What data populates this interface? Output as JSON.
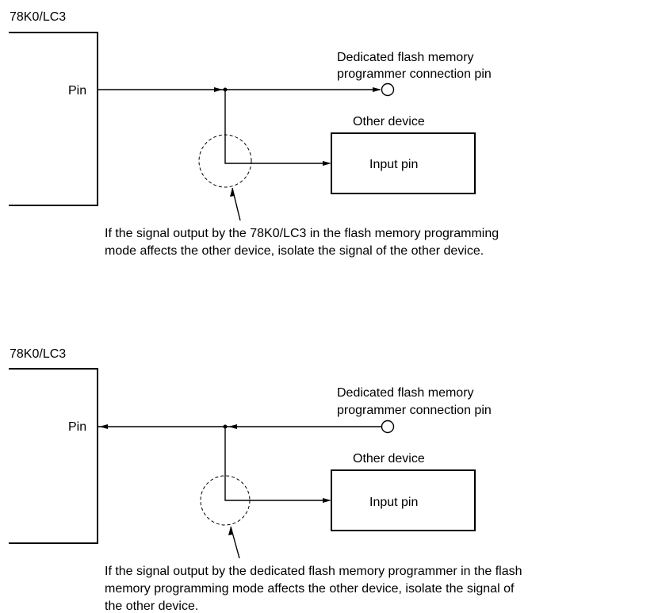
{
  "diagram1": {
    "chip_name": "78K0/LC3",
    "pin_label": "Pin",
    "programmer_label_line1": "Dedicated flash memory",
    "programmer_label_line2": "programmer connection pin",
    "other_device_label": "Other device",
    "input_pin_label": "Input pin",
    "note_line1": "If the signal output by the 78K0/LC3 in the flash memory programming",
    "note_line2": "mode affects the other device, isolate the signal of the other device."
  },
  "diagram2": {
    "chip_name": "78K0/LC3",
    "pin_label": "Pin",
    "programmer_label_line1": "Dedicated flash memory",
    "programmer_label_line2": "programmer connection pin",
    "other_device_label": "Other device",
    "input_pin_label": "Input pin",
    "note_line1": "If the signal output by the dedicated flash memory programmer in the flash",
    "note_line2": "memory programming mode affects the other device, isolate the signal of",
    "note_line3": "the other device."
  }
}
